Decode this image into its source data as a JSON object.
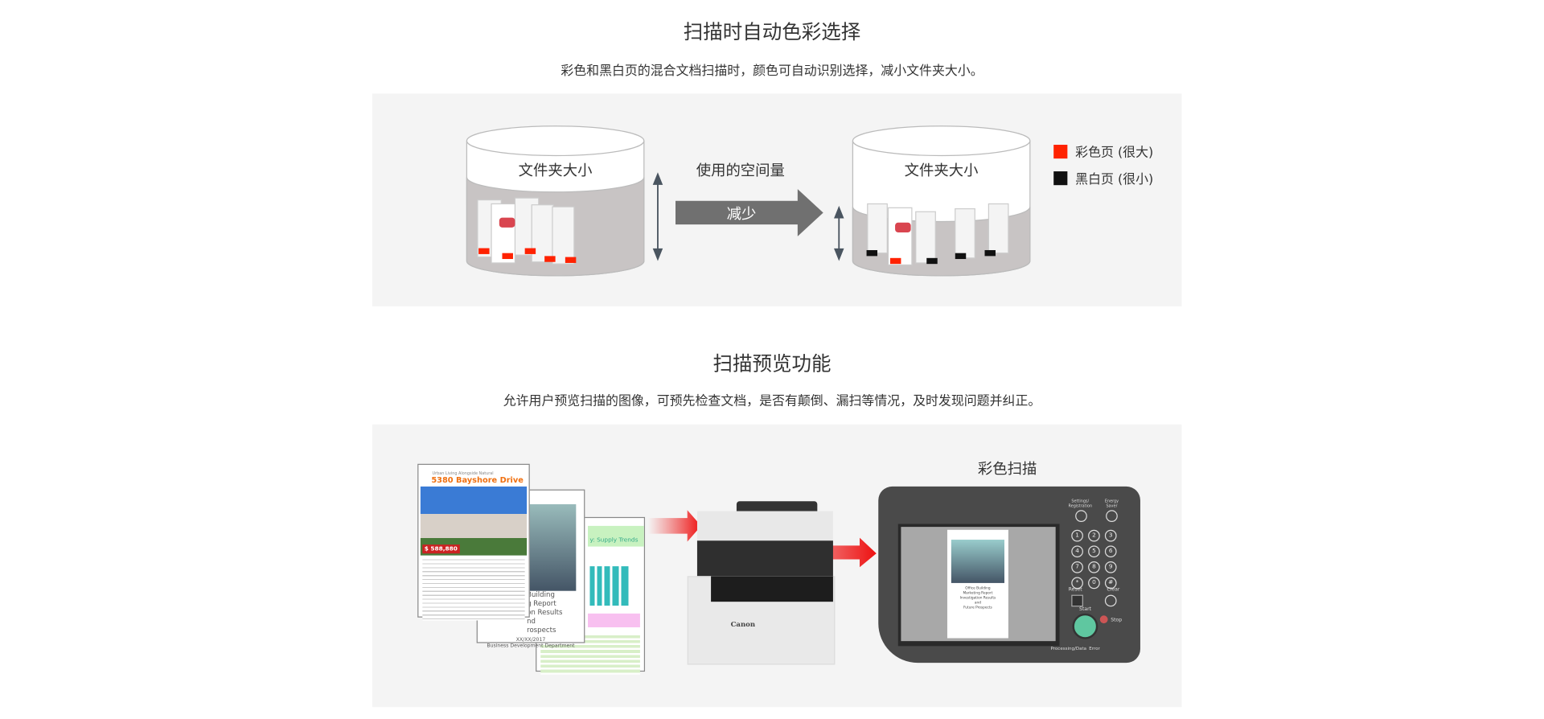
{
  "section1": {
    "title": "扫描时自动色彩选择",
    "subtitle": "彩色和黑白页的混合文档扫描时，颜色可自动识别选择，减小文件夹大小。",
    "folder_label_left": "文件夹大小",
    "folder_label_right": "文件夹大小",
    "space_label": "使用的空间量",
    "arrow_label": "减少",
    "legend": [
      {
        "label": "彩色页 (很大)",
        "color": "#ff2200"
      },
      {
        "label": "黑白页 (很小)",
        "color": "#111111"
      }
    ]
  },
  "section2": {
    "title": "扫描预览功能",
    "subtitle": "允许用户预览扫描的图像，可预先检查文档，是否有颠倒、漏扫等情况，及时发现问题并纠正。",
    "scan_label": "彩色扫描",
    "doc_headline": "5380 Bayshore Drive",
    "doc_tagline": "Urban Living Alongside Natural",
    "doc_price": "$ 588,880",
    "doc2_lines": [
      "Building",
      "g Report",
      "on Results",
      "nd",
      "rospects",
      "XX/XX/2017",
      "Business Development Department"
    ],
    "doc3_title": "y: Supply Trends",
    "printer_brand": "Canon",
    "panel_buttons": {
      "settings": "Settings/ Registration",
      "energy": "Energy Saver",
      "reset": "Reset",
      "clear": "Clear",
      "start": "Start",
      "stop": "Stop",
      "processing": "Processing/Data",
      "error": "Error"
    },
    "keypad": [
      "1",
      "2",
      "3",
      "4",
      "5",
      "6",
      "7",
      "8",
      "9",
      "*",
      "0",
      "#"
    ],
    "preview_lines": [
      "Office Building",
      "Marketing Report",
      "Investigation Results",
      "and",
      "Future Prospects"
    ]
  }
}
